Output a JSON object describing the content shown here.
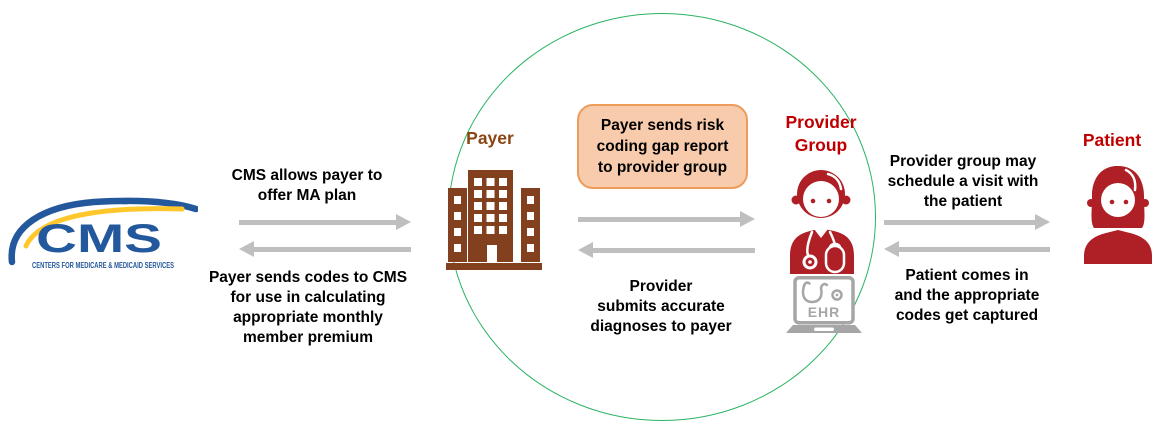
{
  "diagram": {
    "cms": {
      "logo_text": "CMS",
      "tagline": "CENTERS FOR MEDICARE & MEDICAID SERVICES"
    },
    "labels": {
      "payer": "Payer",
      "provider_group": "Provider\nGroup",
      "patient": "Patient",
      "ehr": "EHR"
    },
    "flows": {
      "cms_to_payer": "CMS allows payer to\noffer MA plan",
      "payer_to_cms": "Payer sends codes to CMS\nfor use in calculating\nappropriate monthly\nmember premium",
      "payer_to_provider_box": "Payer sends risk\ncoding gap report\nto provider group",
      "provider_to_payer": "Provider\nsubmits accurate\ndiagnoses to payer",
      "provider_to_patient": "Provider group may\nschedule a visit with\nthe patient",
      "patient_to_provider": "Patient comes in\nand the appropriate\ncodes get captured"
    },
    "colors": {
      "arrow_gray": "#BFBFBF",
      "circle_green": "#2CB464",
      "payer_brown": "#8B4513",
      "building_brown": "#82401E",
      "label_red": "#C00000",
      "icon_red": "#AF2026",
      "box_fill": "#F8CBAD",
      "box_border": "#ED9C5B",
      "cms_blue": "#24589C",
      "cms_yellow": "#FFC72C",
      "ehr_gray": "#A6A6A6",
      "text_black": "#000000"
    }
  }
}
